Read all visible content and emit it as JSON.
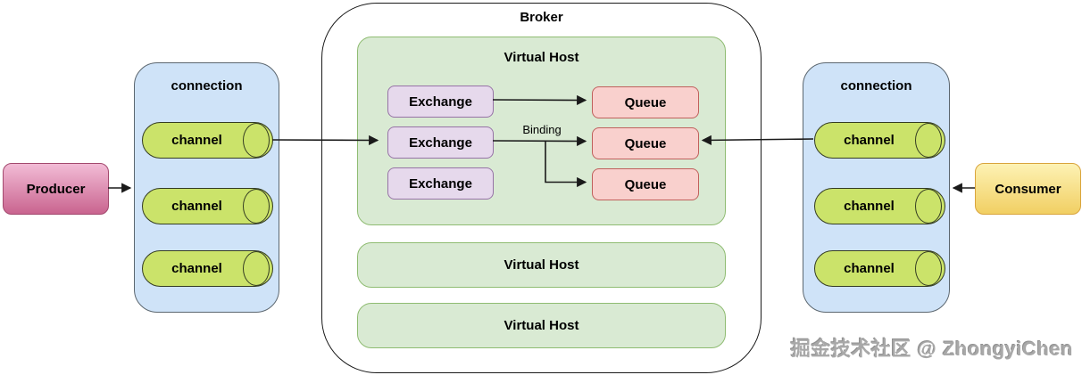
{
  "colors": {
    "producer-top": "#f2bcd6",
    "producer-bottom": "#c9648f",
    "producer-border": "#a3496e",
    "consumer-top": "#fdf2b4",
    "consumer-bottom": "#f1cf63",
    "consumer-border": "#d9a43c",
    "connection-fill": "#cfe3f8",
    "connection-border": "#5b666f",
    "channel-fill": "#cbe36a",
    "channel-border": "#343c22",
    "vh-fill": "#d9ead3",
    "vh-border": "#8fbc72",
    "exchange-fill": "#e6d9ec",
    "exchange-border": "#9673a6",
    "queue-fill": "#f9d0cd",
    "queue-border": "#c0605c",
    "broker-fill": "#ffffff",
    "broker-border": "#1a1a1a",
    "line": "#1a1a1a",
    "watermark": "#a8a8a8"
  },
  "producer": {
    "label": "Producer"
  },
  "consumer": {
    "label": "Consumer"
  },
  "connection_left": {
    "label": "connection",
    "channels": [
      {
        "label": "channel"
      },
      {
        "label": "channel"
      },
      {
        "label": "channel"
      }
    ]
  },
  "connection_right": {
    "label": "connection",
    "channels": [
      {
        "label": "channel"
      },
      {
        "label": "channel"
      },
      {
        "label": "channel"
      }
    ]
  },
  "broker": {
    "label": "Broker",
    "binding_label": "Binding",
    "virtual_hosts": [
      {
        "label": "Virtual Host"
      },
      {
        "label": "Virtual Host"
      },
      {
        "label": "Virtual Host"
      }
    ],
    "exchanges": [
      {
        "label": "Exchange"
      },
      {
        "label": "Exchange"
      },
      {
        "label": "Exchange"
      }
    ],
    "queues": [
      {
        "label": "Queue"
      },
      {
        "label": "Queue"
      },
      {
        "label": "Queue"
      }
    ]
  },
  "watermark": {
    "text": "掘金技术社区 @ ZhongyiChen"
  }
}
